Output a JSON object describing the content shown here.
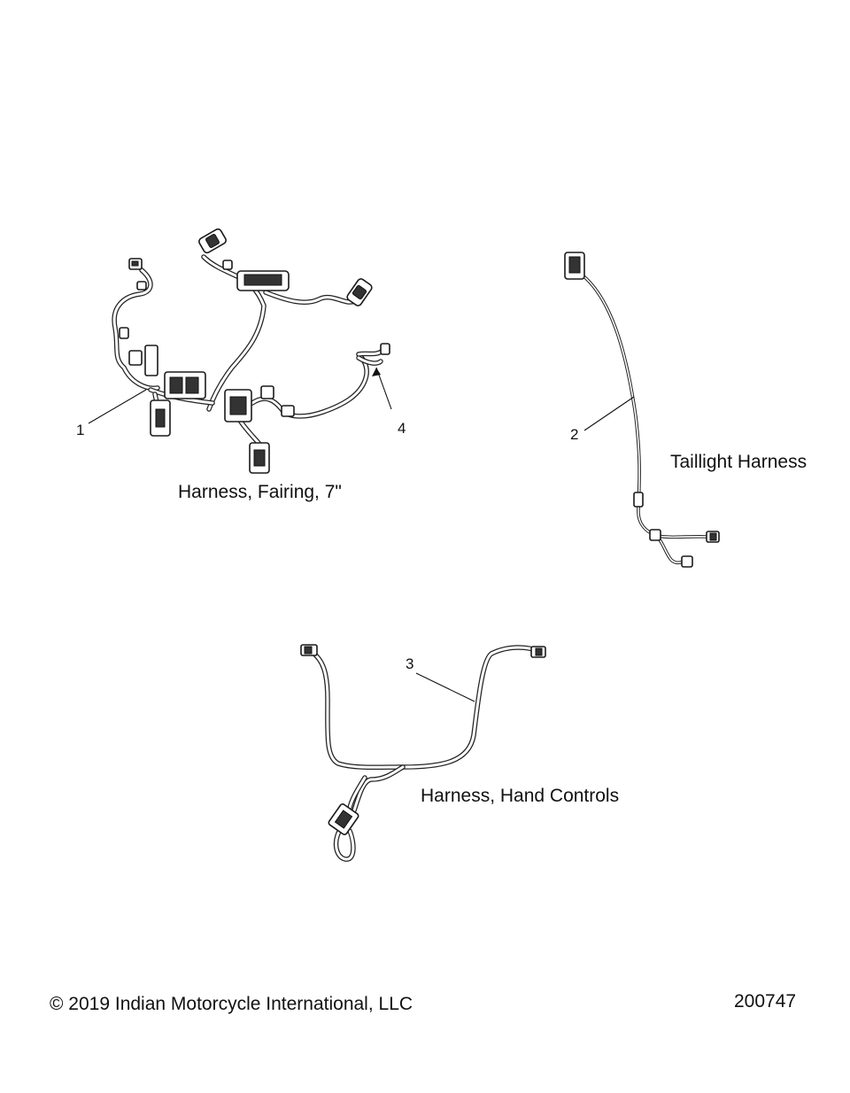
{
  "diagram": {
    "callouts": {
      "item_1": "1",
      "item_2": "2",
      "item_3": "3",
      "item_4": "4"
    },
    "captions": {
      "fairing": "Harness, Fairing, 7\"",
      "taillight": "Taillight Harness",
      "hand_controls": "Harness, Hand Controls"
    },
    "footer": {
      "copyright": "© 2019 Indian Motorcycle International, LLC",
      "ref_number": "200747"
    }
  }
}
